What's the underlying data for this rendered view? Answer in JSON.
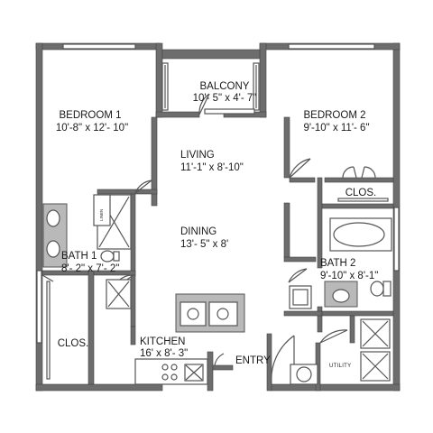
{
  "rooms": {
    "balcony": {
      "name": "BALCONY",
      "dims": "10'- 5\" x 4'- 7\""
    },
    "bedroom1": {
      "name": "BEDROOM 1",
      "dims": "10'-8\" x  12'- 10\""
    },
    "bedroom2": {
      "name": "BEDROOM 2",
      "dims": "9'-10\" x  11'- 6\""
    },
    "living": {
      "name": "LIVING",
      "dims": "11'-1\" x  8'-10\""
    },
    "dining": {
      "name": "DINING",
      "dims": "13'- 5\" x 8'"
    },
    "bath1": {
      "name": "BATH 1",
      "dims": "8'- 2\" x  7'- 2\""
    },
    "bath2": {
      "name": "BATH 2",
      "dims": "9'-10\" x 8'-1\""
    },
    "closet_left": {
      "name": "CLOS."
    },
    "closet_right": {
      "name": "CLOS."
    },
    "kitchen": {
      "name": "KITCHEN",
      "dims": "16' x 8'- 3\""
    },
    "entry": {
      "name": "ENTRY"
    },
    "utility": {
      "name": "UTILITY"
    }
  },
  "fixtures": {
    "linen_label": "LINEN"
  }
}
